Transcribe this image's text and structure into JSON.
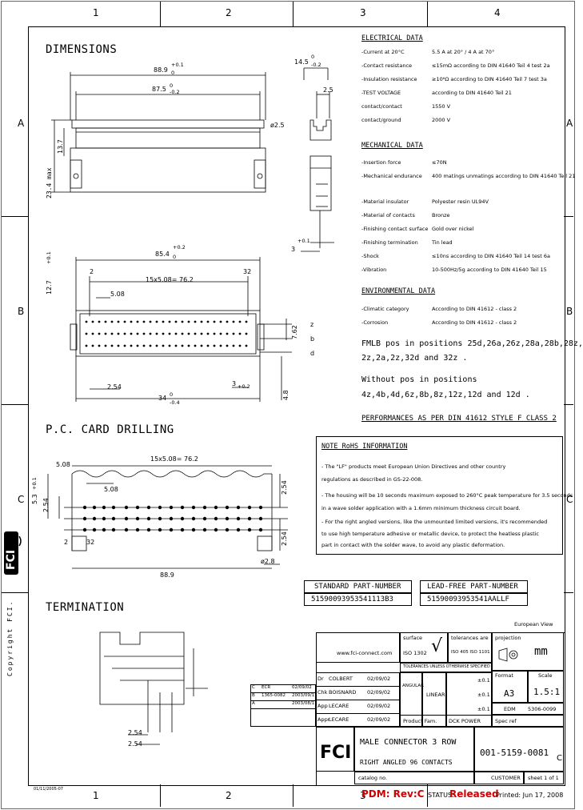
{
  "grid": {
    "top": [
      "1",
      "2",
      "3",
      "4"
    ],
    "bottom": [
      "1",
      "2",
      "3",
      "4"
    ],
    "left": [
      "A",
      "B",
      "C"
    ],
    "right": [
      "A",
      "B",
      "C"
    ]
  },
  "copyright": "Copyright FCI.",
  "brand": "FCI",
  "sections": {
    "dimensions": "DIMENSIONS",
    "pcb": "P.C. CARD DRILLING",
    "termination": "TERMINATION"
  },
  "dims": {
    "d1": "88.9",
    "d1tol": "+0.1",
    "d1sup": "0",
    "d2": "87.5",
    "d2tol": "-0.2",
    "d2sup": "0",
    "d3": "14.5",
    "d3tol": "-0.2",
    "d3sup": "0",
    "d4": "2.5",
    "d5": "ø2.5",
    "d6": "13.7",
    "d7": "23.4 max",
    "d8": "3",
    "d8tol": "+0.1",
    "d9": "85.4",
    "d9tol": "+0.2",
    "d9sup": "0",
    "d10": "12.7",
    "d10tol": "+0.1",
    "pin2": "2",
    "pin32": "32",
    "d11": "15x5.08= 76.2",
    "d12": "5.08",
    "z": "z",
    "b": "b",
    "d": "d",
    "d13": "7.62",
    "d14": "2.54",
    "d15": "3",
    "d15tol": "+0.2",
    "d16": "34",
    "d16tol": "-0.4",
    "d16sup": "0",
    "d17": "4.8",
    "p1": "5.08",
    "p2": "15x5.08= 76.2",
    "p3": "5.08",
    "p4": "5.3",
    "p4tol": "+0.1",
    "p5": "2.54",
    "p6": "2.54",
    "p7": "2.54",
    "p8": "2",
    "p9": "32",
    "p10": "88.9",
    "p11": "ø2.8",
    "t1": "2.54",
    "t2": "2.54"
  },
  "electrical": {
    "title": "ELECTRICAL DATA",
    "rows": [
      [
        "-Current at 20°C",
        "5.5 A at 20° / 4 A at 70°"
      ],
      [
        "-Contact resistance",
        "≤15mΩ according to DIN 41640 Teil 4 test 2a"
      ],
      [
        "-Insulation resistance",
        "≥10⁶Ω according to DIN 41640 Teil 7 test 3a"
      ],
      [
        "-TEST VOLTAGE",
        "according to DIN 41640 Teil 21"
      ],
      [
        "contact/contact",
        "1550 V"
      ],
      [
        "contact/ground",
        "2000 V"
      ]
    ]
  },
  "mechanical": {
    "title": "MECHANICAL DATA",
    "rows": [
      [
        "-Insertion force",
        "≤70N"
      ],
      [
        "-Mechanical endurance",
        "400 matings unmatings according to DIN 41640 Teil 21"
      ],
      [
        "-Material insulator",
        "Polyester resin UL94V"
      ],
      [
        "-Material of contacts",
        "Bronze"
      ],
      [
        "-Finishing contact surface",
        "Gold over nickel"
      ],
      [
        "-Finishing termination",
        "Tin lead"
      ],
      [
        "-Shock",
        "≤10ns according to DIN 41640 Teil 14 test 6a"
      ],
      [
        "-Vibration",
        "10-500Hz/5g according to DIN 41640 Teil 15"
      ]
    ]
  },
  "environmental": {
    "title": "ENVIRONMENTAL DATA",
    "rows": [
      [
        "-Climatic category",
        "According to DIN 41612 - class 2"
      ],
      [
        "-Corrosion",
        "According to DIN 41612 - class 2"
      ]
    ]
  },
  "fmlb": {
    "line1": "FMLB pos in positions 25d,26a,26z,28a,28b,28z,",
    "line2": "2z,2a,2z,32d and 32z .",
    "line3": "Without pos in positions",
    "line4": "4z,4b,4d,6z,8b,8z,12z,12d and 12d ."
  },
  "performance": "PERFORMANCES AS PER DIN 41612 STYLE F CLASS 2",
  "notes": {
    "title": "NOTE RoHS INFORMATION",
    "lines": [
      "- The \"LF\" products meet European Union Directives and other country",
      "regulations as described in GS-22-008.",
      "- The housing will be 10 seconds maximum exposed to 260°C peak temperature for 3.5 seconds",
      "in a wave solder application with a 1.6mm minimum thickness circuit board.",
      "- For the right angled versions, like the unmounted limited versions, it's recommended",
      "to use high temperature adhesive or metallic device, to protect the heatless plastic",
      "part in contact with the solder wave, to avoid any plastic deformation."
    ]
  },
  "part": {
    "std_label": "STANDARD PART-NUMBER",
    "std_value": "51590093953541113B3",
    "lf_label": "LEAD-FREE PART-NUMBER",
    "lf_value": "51590093953541AALLF"
  },
  "view": "European View",
  "titleblock": {
    "website": "www.fci-connect.com",
    "surface": "surface",
    "iso1302": "ISO 1302",
    "tolerances": "tolerances are",
    "iso405": "ISO 405  ISO 1101",
    "tol_note": "TOLERANCES UNLESS OTHERWISE SPECIFIED",
    "projection": "projection",
    "unit": "mm",
    "angular": "ANGULAR",
    "linear": "LINEAR",
    "tol1": "±0.1",
    "tol2": "±0.1",
    "tol3": "±0.1",
    "size": "A3",
    "scale_label": "Scale",
    "scale": "1.5:1",
    "sheet_size": "Format",
    "edm": "EDM",
    "edm_value": "5306-0099",
    "spec_ref": "Spec ref",
    "product_family": "Product Fam.",
    "product_value": "DCK POWER",
    "title1": "MALE CONNECTOR 3 ROW",
    "title2": "RIGHT ANGLED 96 CONTACTS",
    "catalog": "catalog no.",
    "drawing_no": "001-5159-0081",
    "rev": "C",
    "customer": "CUSTOMER",
    "sheet": "sheet 1 of 1",
    "people": [
      [
        "Dr",
        "COLBERT",
        "02/09/02"
      ],
      [
        "Chk",
        "BOISNARD",
        "02/09/02"
      ],
      [
        "App",
        "LECARE",
        "02/09/02"
      ],
      [
        "Appr",
        "LECARE",
        "02/09/02"
      ]
    ],
    "rev_table": [
      [
        "",
        "",
        ""
      ],
      [
        "",
        "",
        ""
      ],
      [
        "C",
        "ECR",
        "02/09/02"
      ],
      [
        "B",
        "1365-0082",
        "2003/09/11"
      ],
      [
        "A",
        "",
        "2003/08/11"
      ]
    ]
  },
  "footer": {
    "pdm": "PDM: Rev:C",
    "status_label": "STATUS:",
    "status": "Released",
    "printed": "Printed: Jun 17, 2008",
    "code": "01/11/2005-07"
  }
}
